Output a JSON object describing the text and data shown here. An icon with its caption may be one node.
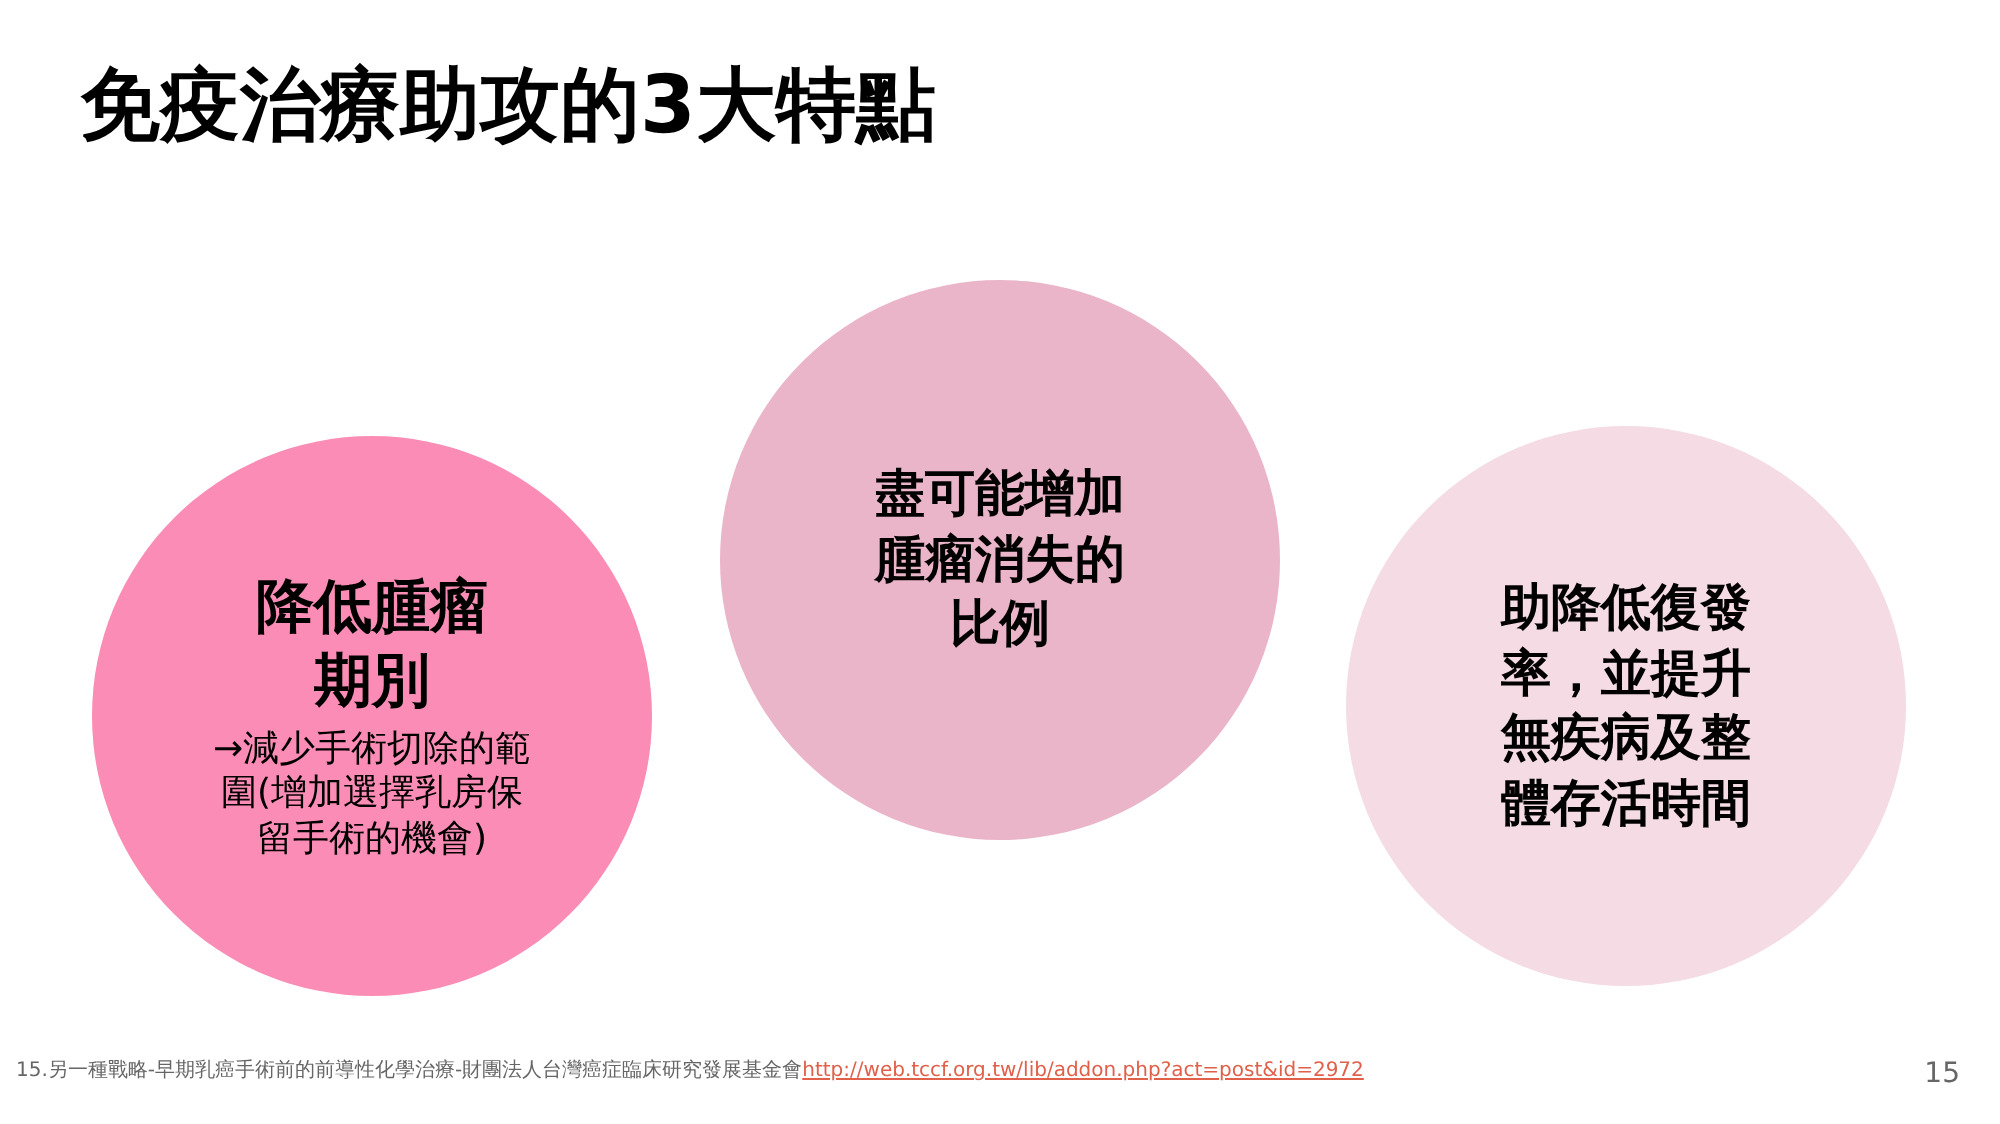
{
  "diagram": {
    "title": "免疫治療助攻的3大特點",
    "nodes": [
      {
        "text": [
          "降低腫瘤期別",
          "→減少手術切除的範圍(增加選擇乳房保留手術的機會)"
        ]
      },
      {
        "text": [
          "盡可能增加腫瘤消失的比例"
        ]
      },
      {
        "text": [
          "助降低復發率，並提升無疾病及整體存活時間"
        ]
      }
    ],
    "edges": [],
    "labels": [
      "15.另一種戰略-早期乳癌手術前的前導性化學治療-財團法人台灣癌症臨床研究發展基金會",
      "http://web.tccf.org.tw/lib/addon.php?act=post&id=2972",
      "15"
    ]
  }
}
